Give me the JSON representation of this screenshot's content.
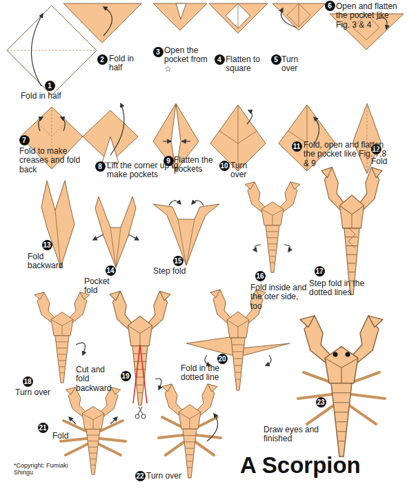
{
  "diagram": {
    "title": "A Scorpion",
    "nodes": [
      {
        "text": [
          "1"
        ]
      },
      {
        "text": [
          "2"
        ]
      },
      {
        "text": [
          "3"
        ]
      },
      {
        "text": [
          "4"
        ]
      },
      {
        "text": [
          "5"
        ]
      },
      {
        "text": [
          "6"
        ]
      },
      {
        "text": [
          "7"
        ]
      },
      {
        "text": [
          "8"
        ]
      },
      {
        "text": [
          "9"
        ]
      },
      {
        "text": [
          "10"
        ]
      },
      {
        "text": [
          "11"
        ]
      },
      {
        "text": [
          "12"
        ]
      },
      {
        "text": [
          "13"
        ]
      },
      {
        "text": [
          "14"
        ]
      },
      {
        "text": [
          "15"
        ]
      },
      {
        "text": [
          "16"
        ]
      },
      {
        "text": [
          "17"
        ]
      },
      {
        "text": [
          "18"
        ]
      },
      {
        "text": [
          "19"
        ]
      },
      {
        "text": [
          "20"
        ]
      },
      {
        "text": [
          "21"
        ]
      },
      {
        "text": [
          "22"
        ]
      },
      {
        "text": [
          "23"
        ]
      }
    ],
    "labels": [
      "Fold in half",
      "Fold in half",
      "Open the pocket from ☆",
      "Flatten to square",
      "Turn over",
      "Open and flatten the pocket like Fig. 3 & 4",
      "Fold to make creases and fold back",
      "Lift the corner up to make pockets",
      "Flatten the pockets",
      "Turn over",
      "Fold, open and flatten the pocket like Fig. 7,8 & 9",
      "Fold",
      "Fold backward",
      "Pocket fold",
      "Step fold",
      "Fold inside and the oter side, too",
      "Step fold in the dotted lines",
      "Turn over",
      "Cut and fold backward",
      "Fold in the dotted line",
      "Fold",
      "Turn over",
      "Draw eyes and finished",
      "*Copyright: Fumiaki Shingu"
    ]
  }
}
